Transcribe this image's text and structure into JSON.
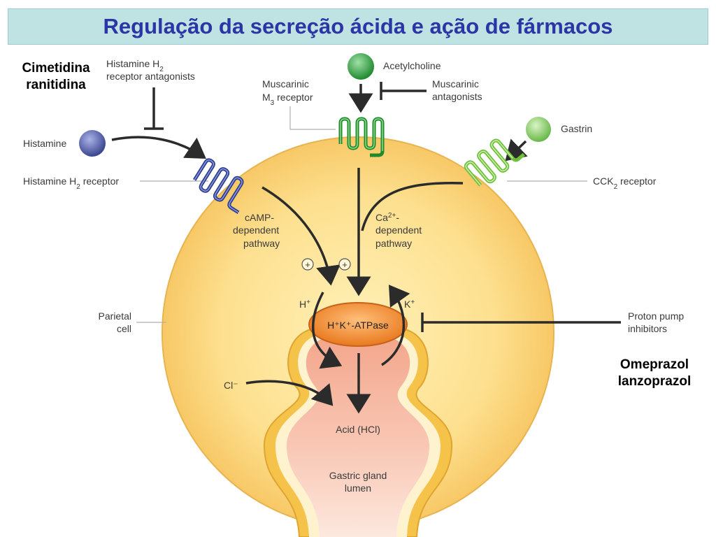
{
  "title": "Regulação da secreção ácida e ação de fármacos",
  "drugs": {
    "h2_line1": "Cimetidina",
    "h2_line2": "ranitidina",
    "ppi_line1": "Omeprazol",
    "ppi_line2": "lanzoprazol"
  },
  "labels": {
    "h2_antag_1": "Histamine H",
    "h2_antag_sub": "2",
    "h2_antag_2": "receptor antagonists",
    "histamine": "Histamine",
    "h2_receptor": "Histamine H",
    "h2_receptor_sub": "2",
    "h2_receptor_suffix": " receptor",
    "acetylcholine": "Acetylcholine",
    "muscarinic_1": "Muscarinic",
    "muscarinic_2": "M",
    "muscarinic_sub": "3",
    "muscarinic_3": " receptor",
    "musc_antag_1": "Muscarinic",
    "musc_antag_2": "antagonists",
    "gastrin": "Gastrin",
    "cck2": "CCK",
    "cck2_sub": "2",
    "cck2_suffix": " receptor",
    "camp_1": "cAMP-",
    "camp_2": "dependent",
    "camp_3": "pathway",
    "ca_1": "Ca",
    "ca_sup": "2+",
    "ca_suffix": "-",
    "ca_2": "dependent",
    "ca_3": "pathway",
    "plus1": "+",
    "plus2": "+",
    "hplus": "H",
    "hplus_sup": "+",
    "kplus": "K",
    "kplus_sup": "+",
    "atpase": "H⁺K⁺-ATPase",
    "parietal_1": "Parietal",
    "parietal_2": "cell",
    "ppi_1": "Proton pump",
    "ppi_2": "inhibitors",
    "cl": "Cl⁻",
    "acid": "Acid (HCl)",
    "lumen_1": "Gastric gland",
    "lumen_2": "lumen"
  },
  "colors": {
    "title_text": "#2b35a6",
    "title_bg": "#bfe3e3",
    "cell_fill": "#fbd97a",
    "h2_receptor": "#2e3f8f",
    "m3_receptor": "#1f8a2a",
    "cck2_receptor": "#6fbf3a",
    "atpase": "#f08a2c"
  }
}
